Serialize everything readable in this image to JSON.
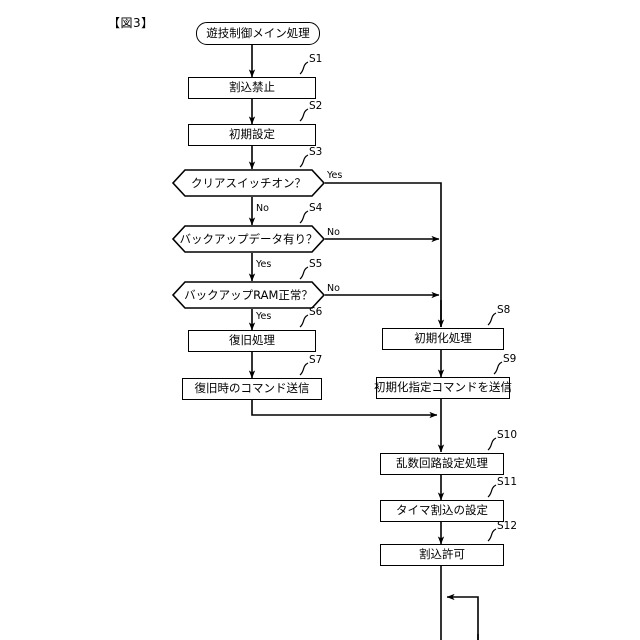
{
  "figure": {
    "label": "【図3】",
    "title": "遊技制御メイン処理"
  },
  "nodes": {
    "start": {
      "text": "遊技制御メイン処理",
      "shape": "terminator"
    },
    "s1": {
      "step": "S1",
      "text": "割込禁止",
      "shape": "process"
    },
    "s2": {
      "step": "S2",
      "text": "初期設定",
      "shape": "process"
    },
    "s3": {
      "step": "S3",
      "text": "クリアスイッチオン？",
      "shape": "decision",
      "yes": "Yes",
      "no": "No"
    },
    "s4": {
      "step": "S4",
      "text": "バックアップデータ有り？",
      "shape": "decision",
      "yes": "Yes",
      "no": "No"
    },
    "s5": {
      "step": "S5",
      "text": "バックアップRAM正常？",
      "shape": "decision",
      "yes": "Yes",
      "no": "No"
    },
    "s6": {
      "step": "S6",
      "text": "復旧処理",
      "shape": "process"
    },
    "s7": {
      "step": "S7",
      "text": "復旧時のコマンド送信",
      "shape": "process"
    },
    "s8": {
      "step": "S8",
      "text": "初期化処理",
      "shape": "process"
    },
    "s9": {
      "step": "S9",
      "text": "初期化指定コマンドを送信",
      "shape": "process"
    },
    "s10": {
      "step": "S10",
      "text": "乱数回路設定処理",
      "shape": "process"
    },
    "s11": {
      "step": "S11",
      "text": "タイマ割込の設定",
      "shape": "process"
    },
    "s12": {
      "step": "S12",
      "text": "割込許可",
      "shape": "process"
    }
  },
  "edge_labels": {
    "s3_yes": "Yes",
    "s3_no": "No",
    "s4_no": "No",
    "s4_yes": "Yes",
    "s5_no": "No",
    "s5_yes": "Yes"
  },
  "colors": {
    "stroke": "#000000",
    "background": "#ffffff"
  }
}
